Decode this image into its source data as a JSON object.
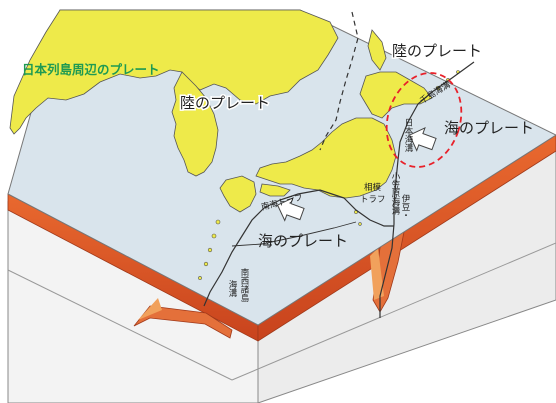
{
  "title": "日本列島周辺のプレート",
  "labels": {
    "continental_plate_ne": "陸のプレート",
    "continental_plate_w": "陸のプレート",
    "ocean_plate_east": "海のプレート",
    "ocean_plate_south": "海のプレート",
    "chishima_trench": "千島海溝",
    "japan_trench": "日本海溝",
    "izu_ogasawara_trench_1": "伊豆・",
    "izu_ogasawara_trench_2": "小笠原海溝",
    "nankai_trough": "南海トラフ",
    "sagami_trough_1": "相模",
    "sagami_trough_2": "トラフ",
    "nansei_trench_1": "南西諸島",
    "nansei_trench_2": "海溝"
  },
  "colors": {
    "land": "#eeea4a",
    "sea": "#d9e4ec",
    "plate_edge": "#dd5a2a",
    "plate_side": "#f1f1f1",
    "highlight": "#e8212a",
    "heading": "#1e9a52"
  },
  "icons": [
    "movement-arrow-icon"
  ]
}
